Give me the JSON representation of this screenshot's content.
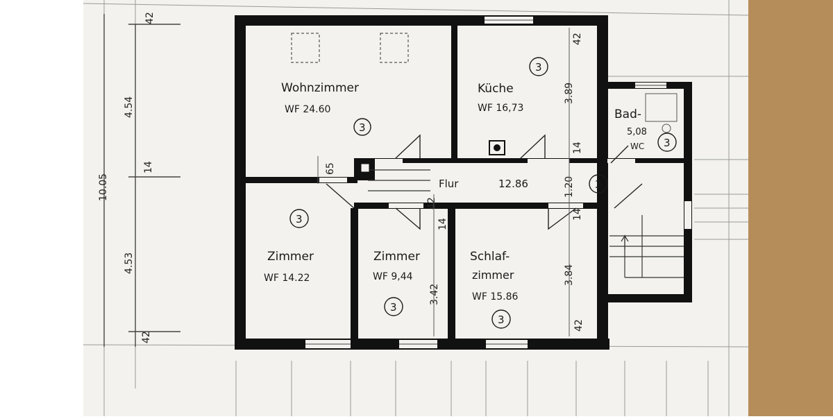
{
  "colors": {
    "paper": "#f3f2ee",
    "background": "#ffffff",
    "wall": "#111111",
    "wood": "#b58d5a",
    "thin_line": "#8a8a8a"
  },
  "rooms": {
    "wohnzimmer": {
      "name": "Wohnzimmer",
      "area": "WF 24.60",
      "mark": "3"
    },
    "kueche": {
      "name": "Küche",
      "area": "WF 16,73",
      "mark": "3"
    },
    "bad": {
      "name": "Bad-",
      "area": "5,08",
      "extra": "WC",
      "mark": "3"
    },
    "flur": {
      "name": "Flur",
      "area": "12.86",
      "mark": "3"
    },
    "zimmer1": {
      "name": "Zimmer",
      "area": "WF 14.22",
      "mark": "3"
    },
    "zimmer2": {
      "name": "Zimmer",
      "area": "WF 9,44",
      "mark": "3"
    },
    "schlafzimmer": {
      "name_line1": "Schlaf-",
      "name_line2": "zimmer",
      "area": "WF 15.86",
      "mark": "3"
    }
  },
  "dimensions": {
    "left_total": "10.05",
    "left_upper": "4.54",
    "left_lower": "4.53",
    "left_top_small": "42",
    "left_mid_small": "14",
    "left_bottom_small": "42",
    "kueche_height": "3.89",
    "kueche_top": "42",
    "kueche_bottom": "14",
    "flur_width": "1.20",
    "schlaf_height": "3.84",
    "schlaf_top": "14",
    "schlaf_bottom": "42",
    "zimmer2_height": "3.42",
    "zimmer2_top": "14",
    "flur_small": "42",
    "wohn_door": "65"
  }
}
